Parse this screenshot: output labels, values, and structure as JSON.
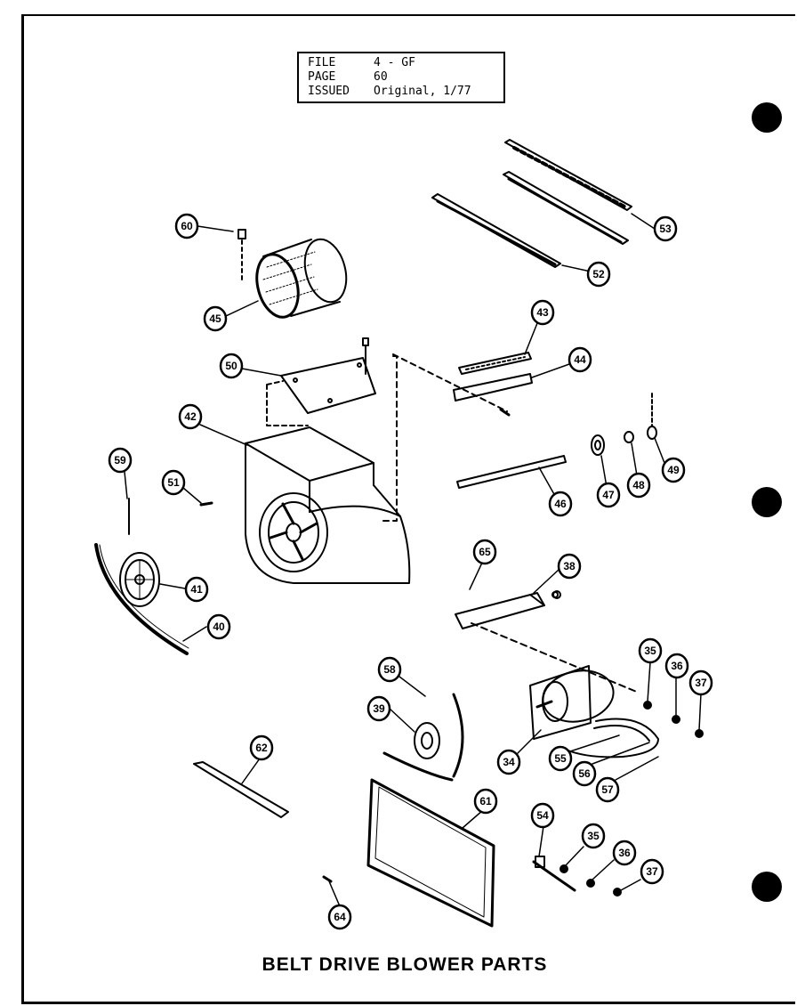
{
  "header": {
    "rows": [
      {
        "label": "FILE",
        "value": "4 - GF"
      },
      {
        "label": "PAGE",
        "value": "60"
      },
      {
        "label": "ISSUED",
        "value": "Original, 1/77"
      }
    ]
  },
  "title": "BELT DRIVE BLOWER PARTS",
  "callouts": [
    "60",
    "45",
    "53",
    "52",
    "43",
    "44",
    "50",
    "42",
    "49",
    "48",
    "47",
    "46",
    "59",
    "51",
    "41",
    "40",
    "65",
    "38",
    "35",
    "36",
    "37",
    "58",
    "39",
    "34",
    "55",
    "56",
    "57",
    "62",
    "61",
    "54",
    "35",
    "36",
    "37",
    "64"
  ],
  "colors": {
    "ink": "#000000",
    "paper": "#ffffff"
  }
}
